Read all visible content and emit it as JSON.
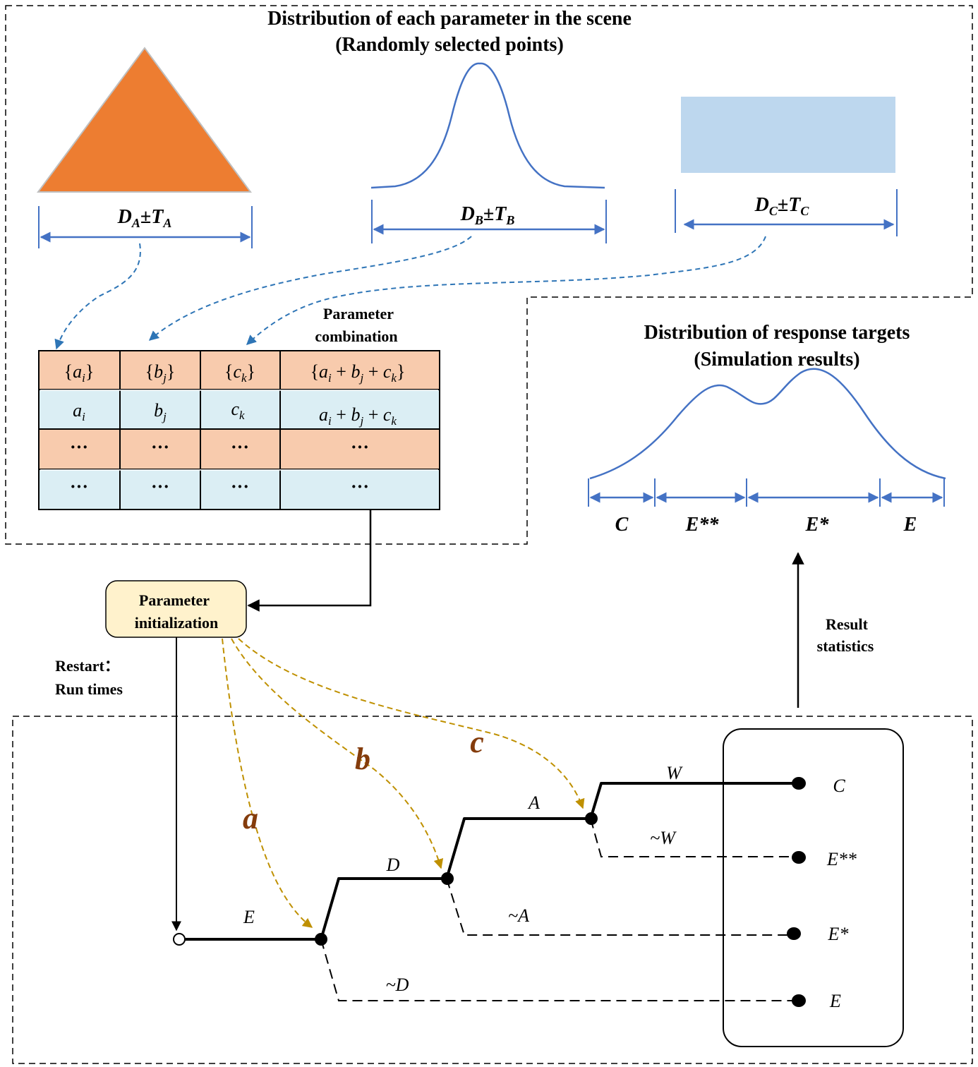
{
  "top_section": {
    "title_line1": "Distribution of each parameter in the scene",
    "title_line2": "(Randomly selected points)",
    "distributions": [
      {
        "shape": "triangle",
        "color": "#ed7d31",
        "label_main": "D",
        "label_sub": "A",
        "pm": "±",
        "label_tol": "T",
        "label_tol_sub": "A"
      },
      {
        "shape": "normal-curve",
        "color": "#4472c4",
        "label_main": "D",
        "label_sub": "B",
        "pm": "±",
        "label_tol": "T",
        "label_tol_sub": "B"
      },
      {
        "shape": "rectangle",
        "color": "#bdd7ee",
        "label_main": "D",
        "label_sub": "C",
        "pm": "±",
        "label_tol": "T",
        "label_tol_sub": "C"
      }
    ]
  },
  "table": {
    "caption_line1": "Parameter",
    "caption_line2": "combination",
    "row_colors": [
      "#f8cbad",
      "#dbeef4",
      "#f8cbad",
      "#dbeef4"
    ],
    "header": {
      "c1": "a",
      "c1s": "i",
      "c2": "b",
      "c2s": "j",
      "c3": "c",
      "c3s": "k",
      "sum": "a",
      "sum_s1": "i",
      "sum_b": "b",
      "sum_s2": "j",
      "sum_c": "c",
      "sum_s3": "k"
    },
    "row1": {
      "c1": "a",
      "c1s": "i",
      "c2": "b",
      "c2s": "j",
      "c3": "c",
      "c3s": "k"
    },
    "ellipsis": "···"
  },
  "init_box": {
    "line1": "Parameter",
    "line2": "initialization",
    "fill": "#fff2cc"
  },
  "restart_label": {
    "line1": "Restart：",
    "line2": "Run times"
  },
  "result_label": {
    "line1": "Result",
    "line2": "statistics"
  },
  "response_section": {
    "title_line1": "Distribution of response targets",
    "title_line2": "(Simulation results)",
    "segments": [
      "C",
      "E**",
      "E*",
      "E"
    ]
  },
  "event_tree": {
    "param_letters": [
      "a",
      "b",
      "c"
    ],
    "branch_labels": {
      "e": "E",
      "d": "D",
      "not_d": "~D",
      "a": "A",
      "not_a": "~A",
      "w": "W",
      "not_w": "~W"
    },
    "outcomes": [
      "C",
      "E**",
      "E*",
      "E"
    ]
  },
  "colors": {
    "blue_line": "#4472c4",
    "arrow_blue": "#2e75b6",
    "gold_dash": "#bf9000",
    "param_brown": "#843c0c"
  }
}
